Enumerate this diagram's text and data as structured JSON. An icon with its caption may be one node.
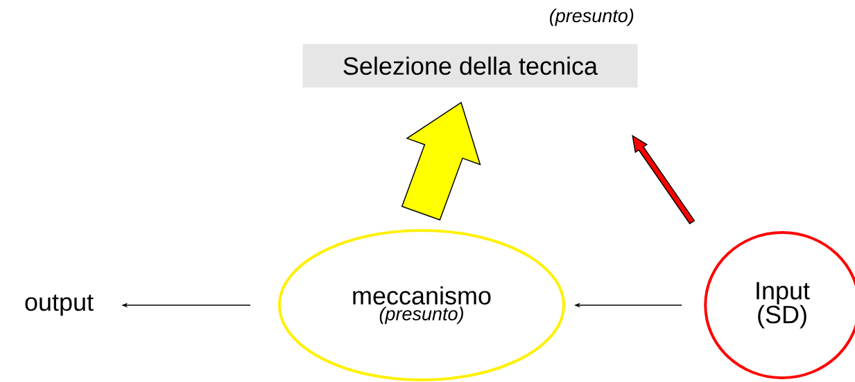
{
  "diagram": {
    "nodes": [
      {
        "text": [
          "Selezione della tecnica"
        ],
        "beside": [
          "*(presunto)*"
        ]
      },
      {
        "text": [
          "output"
        ]
      },
      {
        "text": [
          "meccanismo",
          "*(presunto)*"
        ]
      },
      {
        "text": [
          "Input (SD)"
        ]
      }
    ],
    "edges": [
      {
        "from": 2,
        "to": 0,
        "arrow": "to",
        "style": "thick",
        "color": "#ffff00"
      },
      {
        "from": 3,
        "to": 0,
        "arrow": "to",
        "style": "thick",
        "color": "#ff0000"
      },
      {
        "from": 2,
        "to": 1,
        "arrow": "to"
      },
      {
        "from": 3,
        "to": 2,
        "arrow": "to"
      }
    ]
  }
}
